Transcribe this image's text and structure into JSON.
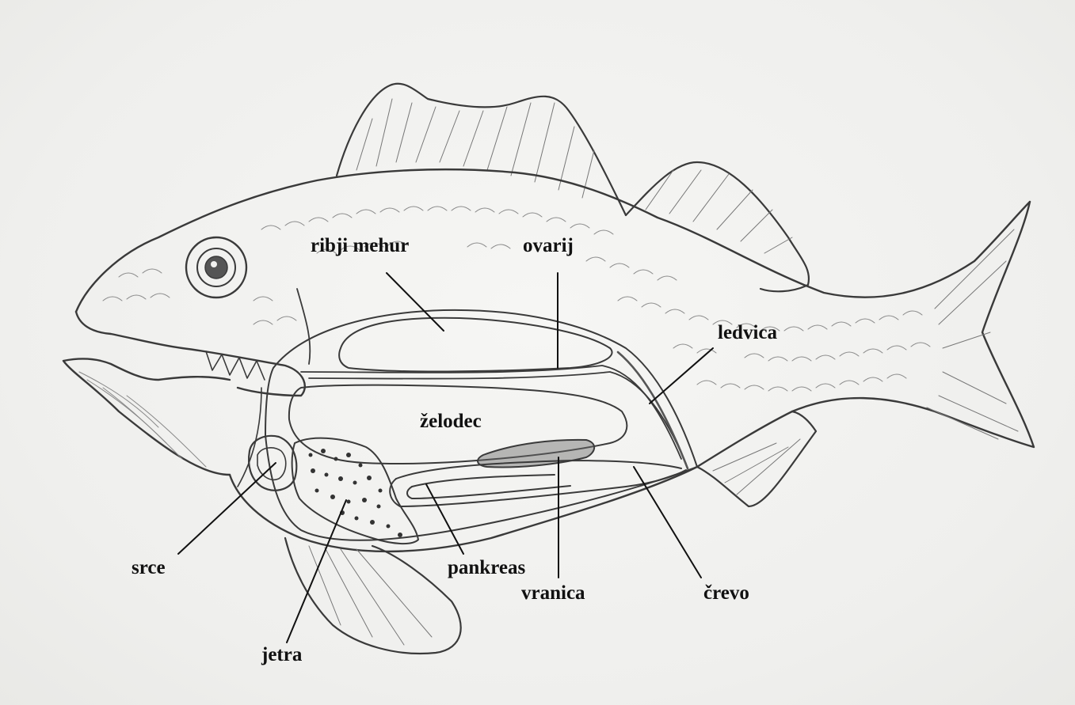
{
  "labels": {
    "swim_bladder": "ribji mehur",
    "ovary": "ovarij",
    "kidney": "ledvica",
    "stomach": "želodec",
    "heart": "srce",
    "pancreas": "pankreas",
    "spleen": "vranica",
    "intestine": "črevo",
    "liver": "jetra"
  },
  "colors": {
    "pencil": "#3a3a3a",
    "paper": "#f1f1ef",
    "label": "#111111"
  }
}
